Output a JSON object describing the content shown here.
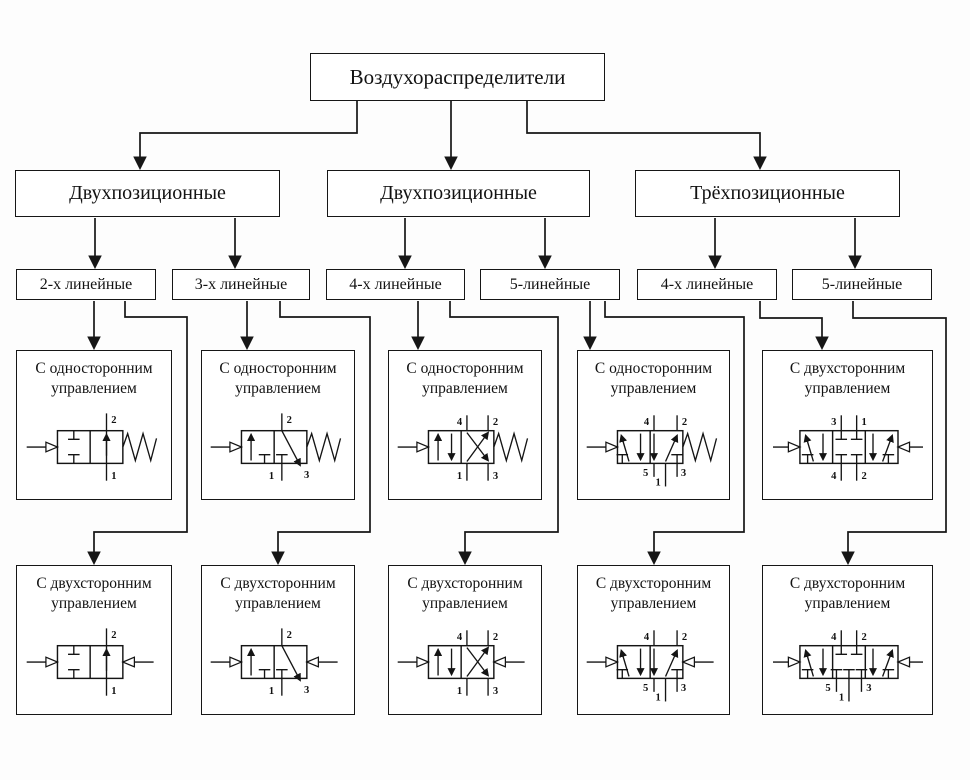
{
  "root": {
    "label": "Воздухораспределители"
  },
  "level2": [
    {
      "label": "Двухпозиционные"
    },
    {
      "label": "Двухпозиционные"
    },
    {
      "label": "Трёхпозиционные"
    }
  ],
  "level3": [
    {
      "label": "2-х линейные"
    },
    {
      "label": "3-х линейные"
    },
    {
      "label": "4-х линейные"
    },
    {
      "label": "5-линейные"
    },
    {
      "label": "4-х линейные"
    },
    {
      "label": "5-линейные"
    }
  ],
  "row1": [
    {
      "label": "С односторонним управлением",
      "valve": "2/2 single-pilot spring-return",
      "ports": [
        "2",
        "1"
      ]
    },
    {
      "label": "С односторонним управлением",
      "valve": "3/2 single-pilot spring-return",
      "ports": [
        "2",
        "1",
        "3"
      ]
    },
    {
      "label": "С односторонним управлением",
      "valve": "4/2 single-pilot spring-return",
      "ports": [
        "4",
        "2",
        "1",
        "3"
      ]
    },
    {
      "label": "С односторонним управлением",
      "valve": "5/2 single-pilot spring-return",
      "ports": [
        "4",
        "2",
        "5",
        "1",
        "3"
      ]
    },
    {
      "label": "С двухсторонним управлением",
      "valve": "4/3 double-pilot",
      "ports": [
        "3",
        "1",
        "4",
        "2"
      ]
    }
  ],
  "row2": [
    {
      "label": "С двухсторонним управлением",
      "valve": "2/2 double-pilot",
      "ports": [
        "2",
        "1"
      ]
    },
    {
      "label": "С двухсторонним управлением",
      "valve": "3/2 double-pilot",
      "ports": [
        "2",
        "1",
        "3"
      ]
    },
    {
      "label": "С двухсторонним управлением",
      "valve": "4/2 double-pilot",
      "ports": [
        "4",
        "2",
        "1",
        "3"
      ]
    },
    {
      "label": "С двухсторонним управлением",
      "valve": "5/2 double-pilot",
      "ports": [
        "4",
        "2",
        "5",
        "1",
        "3"
      ]
    },
    {
      "label": "С двухсторонним управлением",
      "valve": "5/3 double-pilot",
      "ports": [
        "4",
        "2",
        "5",
        "1",
        "3"
      ]
    }
  ],
  "colors": {
    "line": "#161616",
    "box_background": "#ffffff",
    "page_background": "#fdfdfd"
  }
}
